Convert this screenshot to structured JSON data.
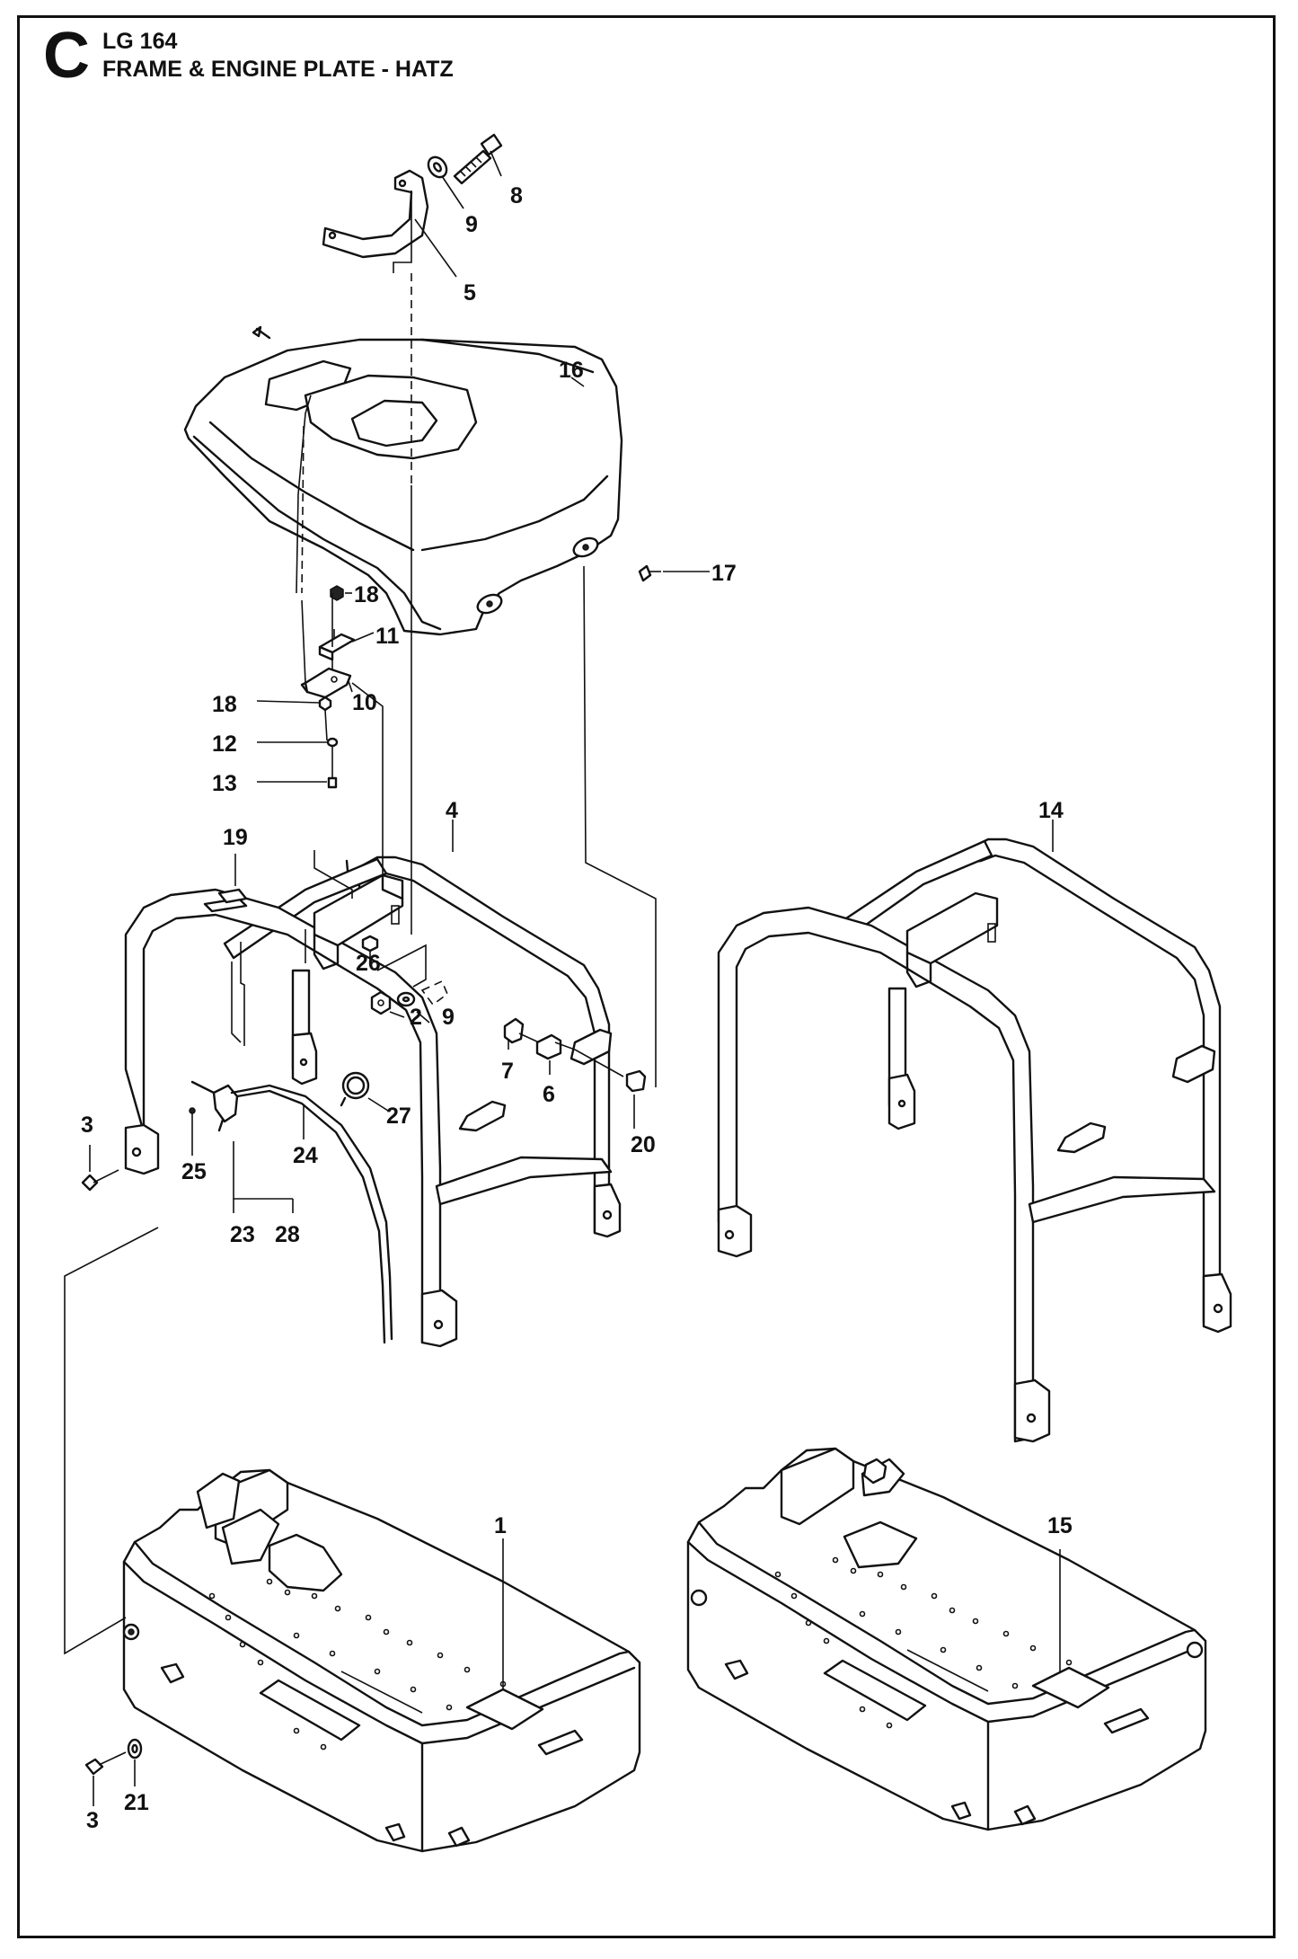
{
  "header": {
    "section_letter": "C",
    "model": "LG 164",
    "title": "FRAME & ENGINE PLATE - HATZ"
  },
  "part_callouts": [
    "1",
    "2",
    "3",
    "3",
    "4",
    "5",
    "6",
    "7",
    "8",
    "9",
    "9",
    "10",
    "11",
    "12",
    "13",
    "14",
    "15",
    "16",
    "17",
    "18",
    "18",
    "19",
    "20",
    "21",
    "23",
    "24",
    "25",
    "26",
    "27",
    "28"
  ],
  "colors": {
    "line": "#111111",
    "background": "#ffffff"
  }
}
